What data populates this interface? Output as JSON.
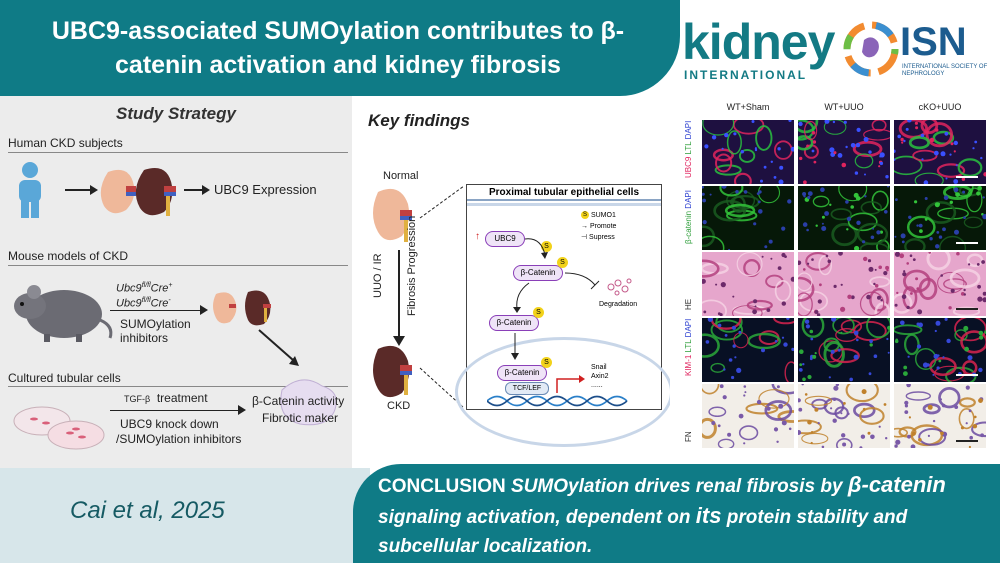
{
  "header": {
    "title": "UBC9-associated SUMOylation contributes to β-catenin activation and kidney fibrosis"
  },
  "logos": {
    "kidney": "kidney",
    "kidney_sub": "INTERNATIONAL",
    "isn": "ISN",
    "isn_sub": "INTERNATIONAL SOCIETY OF NEPHROLOGY"
  },
  "strategy": {
    "title": "Study Strategy",
    "human": {
      "heading": "Human CKD subjects",
      "result": "UBC9 Expression"
    },
    "mouse": {
      "heading": "Mouse models of CKD",
      "genotype_pos_base": "Ubc9",
      "genotype_pos_sup": "fl/fl",
      "genotype_pos_cre": "Cre",
      "genotype_pos_sign": "+",
      "genotype_neg_sign": "-",
      "inhibitors": "SUMOylation inhibitors"
    },
    "cells": {
      "heading": "Cultured tubular cells",
      "treatment_prefix": "TGF-β",
      "treatment": "treatment",
      "knockdown": "UBC9 knock down",
      "inhibitors": "/SUMOylation inhibitors"
    },
    "outcome": {
      "activity": "β-Catenin activity",
      "marker": "Fibrotic maker"
    }
  },
  "findings": {
    "title": "Key findings",
    "normal": "Normal",
    "ckd": "CKD",
    "model": "UUO / IR",
    "progression": "Fibrosis Progression",
    "box_title": "Proximal tubular epithelial cells",
    "legend": {
      "sumo": "SUMO1",
      "promote": "Promote",
      "supress": "Supress"
    },
    "ubc9": "UBC9",
    "bcat": "β-Catenin",
    "degradation": "Degradation",
    "tcf": "TCF/LEF",
    "targets": [
      "Snail",
      "Axin2"
    ],
    "dots": "......",
    "s": "S"
  },
  "micrographs": {
    "columns": [
      "WT+Sham",
      "WT+UUO",
      "cKO+UUO"
    ],
    "rows": [
      {
        "label": [
          "UBC9",
          "LTL",
          "DAPI"
        ],
        "label_colors": [
          "#e0245e",
          "#2e9e3a",
          "#2b3fd0"
        ],
        "bg": "#1e1040",
        "accent": "#e0245e",
        "accent2": "#29c13f",
        "dot": "#3a50ff"
      },
      {
        "label": [
          "β-catenin",
          "DAPI"
        ],
        "label_colors": [
          "#2e9e3a",
          "#2b3fd0"
        ],
        "bg": "#061808",
        "accent": "#33c43a",
        "accent2": "#1a5c20",
        "dot": "#2a3fa8"
      },
      {
        "label": [
          "HE"
        ],
        "label_colors": [
          "#333333"
        ],
        "bg": "#e6a6cc",
        "accent": "#b3407e",
        "accent2": "#f4d1e3",
        "dot": "#6c2a6a"
      },
      {
        "label": [
          "KIM-1",
          "LTL",
          "DAPI"
        ],
        "label_colors": [
          "#e0245e",
          "#2e9e3a",
          "#2b3fd0"
        ],
        "bg": "#081024",
        "accent": "#2aa83a",
        "accent2": "#d8234f",
        "dot": "#3548d8"
      },
      {
        "label": [
          "FN"
        ],
        "label_colors": [
          "#333333"
        ],
        "bg": "#f2eee8",
        "accent": "#c0812c",
        "accent2": "#6b4aa0",
        "dot": "#7a5aa8"
      }
    ]
  },
  "footer": {
    "citation": "Cai et al, 2025",
    "conclusion_label": "CONCLUSION",
    "conclusion_1": "SUMOylation drives renal fibrosis by",
    "conclusion_2": "β-catenin",
    "conclusion_3": "signaling  activation, dependent on",
    "conclusion_4": "its",
    "conclusion_5": "protein stability and subcellular localization."
  }
}
